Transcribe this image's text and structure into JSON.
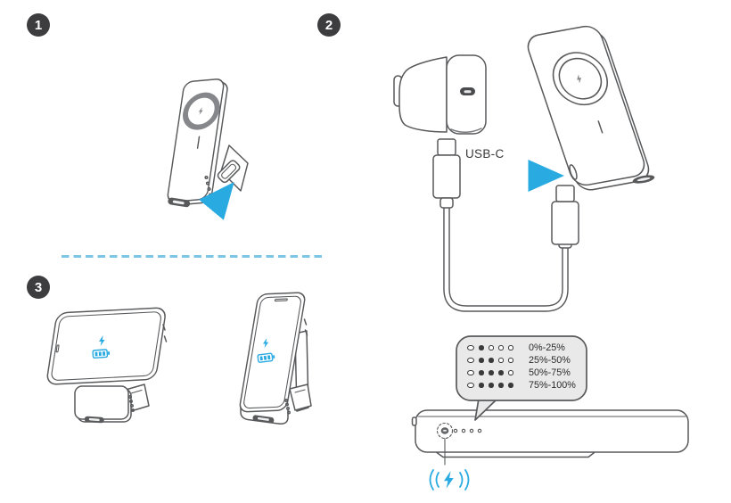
{
  "steps": [
    {
      "number": "1"
    },
    {
      "number": "2"
    },
    {
      "number": "3"
    }
  ],
  "labels": {
    "cable": "USB-C"
  },
  "led_legend": {
    "rows": [
      {
        "lit": 1,
        "total": 4,
        "label": "0%-25%"
      },
      {
        "lit": 2,
        "total": 4,
        "label": "25%-50%"
      },
      {
        "lit": 3,
        "total": 4,
        "label": "50%-75%"
      },
      {
        "lit": 4,
        "total": 4,
        "label": "75%-100%"
      }
    ]
  },
  "icons": {
    "lightning_bolt": "⚡",
    "battery_charging": "battery outline with 3 bars + bolt",
    "wireless_charging": "(( ⚡ ))",
    "direction_arrow": "→",
    "power_button": "○",
    "led_dot": "●"
  },
  "colors": {
    "accent_blue": "#29ABE2",
    "divider_blue": "#7CC5E5",
    "line_gray": "#58595B",
    "ring_gray": "#85878A",
    "badge_dark": "#3D3D3F",
    "callout_fill": "#E9E9E9",
    "led_dot_dark": "#3A3A3A"
  }
}
